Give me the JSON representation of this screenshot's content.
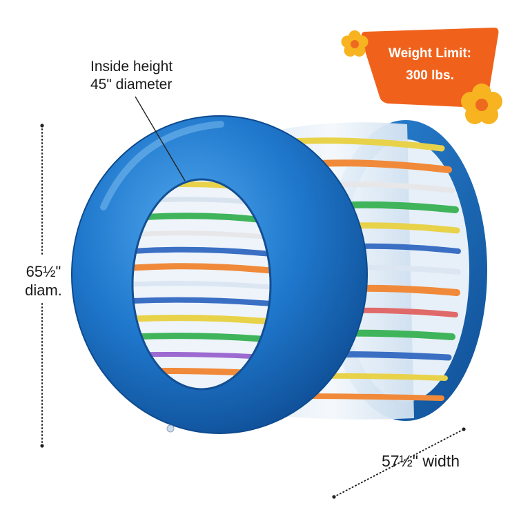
{
  "annotations": {
    "inside_line1": "Inside height",
    "inside_line2": "45\" diameter",
    "height_line1": "65½\"",
    "height_line2": "diam.",
    "width_label": "57½\" width"
  },
  "badge": {
    "line1": "Weight Limit:",
    "line2": "300 lbs."
  },
  "colors": {
    "ring_blue": "#1f77cc",
    "badge_orange": "#f0621c",
    "flower_yellow": "#f7b320",
    "flower_orange": "#ee6a1e"
  },
  "icons": [
    "flower-icon",
    "flower-icon"
  ]
}
